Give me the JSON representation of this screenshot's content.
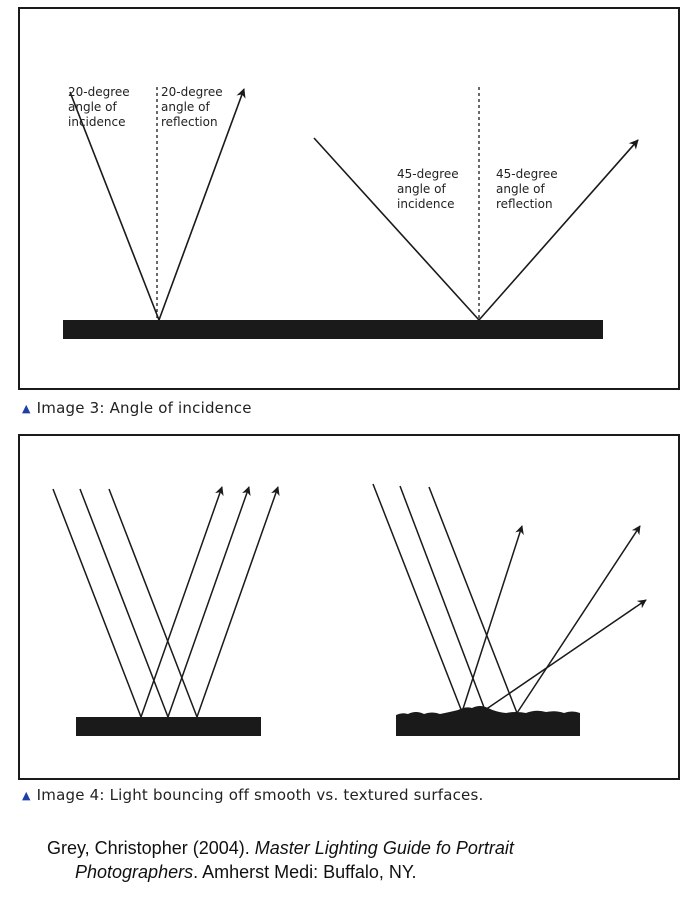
{
  "figure_top": {
    "labels": {
      "incidence_20": "20-degree\nangle of\nincidence",
      "reflection_20": "20-degree\nangle of\nreflection",
      "incidence_45": "45-degree\nangle of\nincidence",
      "reflection_45": "45-degree\nangle of\nreflection"
    },
    "caption": "Image 3: Angle of incidence"
  },
  "figure_bottom": {
    "caption": "Image 4: Light bouncing off smooth vs. textured surfaces."
  },
  "citation": {
    "author_year": "Grey, Christopher (2004). ",
    "title_part1": "Master Lighting Guide fo Portrait",
    "title_part2": "Photographers",
    "publisher": ". Amherst Medi: Buffalo, NY."
  },
  "caption_marker_icon": "triangle-up-icon",
  "colors": {
    "ink": "#1a1a1a",
    "marker": "#1f3fa6"
  }
}
